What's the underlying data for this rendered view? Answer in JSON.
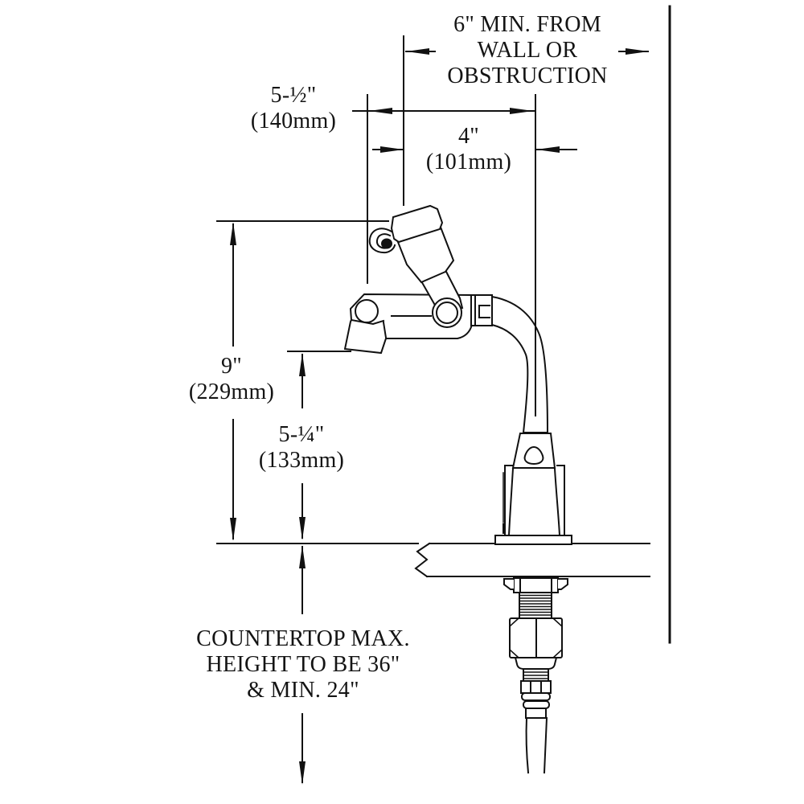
{
  "labels": {
    "clearance": {
      "line1": "6\" MIN. FROM",
      "line2": "WALL OR",
      "line3": "OBSTRUCTION"
    },
    "dim_5_half": {
      "inches": "5-½\"",
      "mm": "(140mm)"
    },
    "dim_4": {
      "inches": "4\"",
      "mm": "(101mm)"
    },
    "dim_9": {
      "inches": "9\"",
      "mm": "(229mm)"
    },
    "dim_5_quarter": {
      "inches": "5-¼\"",
      "mm": "(133mm)"
    },
    "countertop": {
      "line1": "COUNTERTOP MAX.",
      "line2": "HEIGHT TO BE 36\"",
      "line3": "& MIN. 24\""
    }
  },
  "colors": {
    "line": "#111111",
    "background": "#ffffff"
  }
}
